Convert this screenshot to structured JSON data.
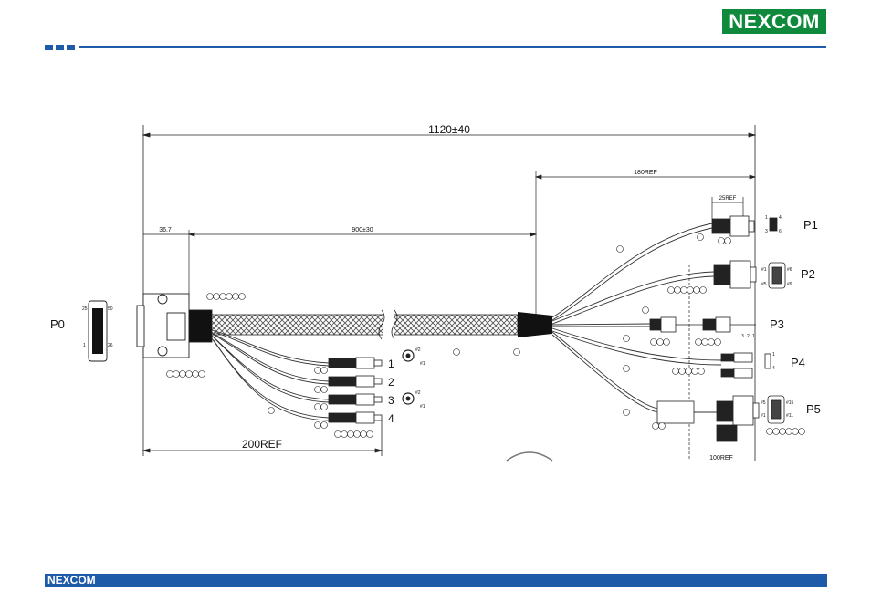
{
  "header": {
    "logo_text": "NEXCOM"
  },
  "footer": {
    "logo_text": "NEXCOM"
  },
  "dimensions": {
    "overall": "1120±40",
    "ref180": "180REF",
    "ref25": "25REF",
    "d36": "36.7",
    "d900": "900±30",
    "ref200": "200REF",
    "ref100": "100REF"
  },
  "connectors": {
    "p0": "P0",
    "p1": "P1",
    "p2": "P2",
    "p3": "P3",
    "p4": "P4",
    "p5": "P5",
    "rca": [
      "1",
      "2",
      "3",
      "4"
    ]
  },
  "pins": {
    "p0": [
      "25",
      "50",
      "1",
      "26"
    ],
    "p1": [
      "1",
      "4",
      "3",
      "6"
    ],
    "p2": [
      "#1",
      "#6",
      "#5",
      "#9"
    ],
    "p3": [
      "3",
      "2",
      "1"
    ],
    "p4": [
      "1",
      "4"
    ],
    "p5": [
      "#5",
      "#15",
      "#1",
      "#11"
    ],
    "rca": [
      "#2",
      "#1",
      "#2",
      "#1"
    ]
  }
}
